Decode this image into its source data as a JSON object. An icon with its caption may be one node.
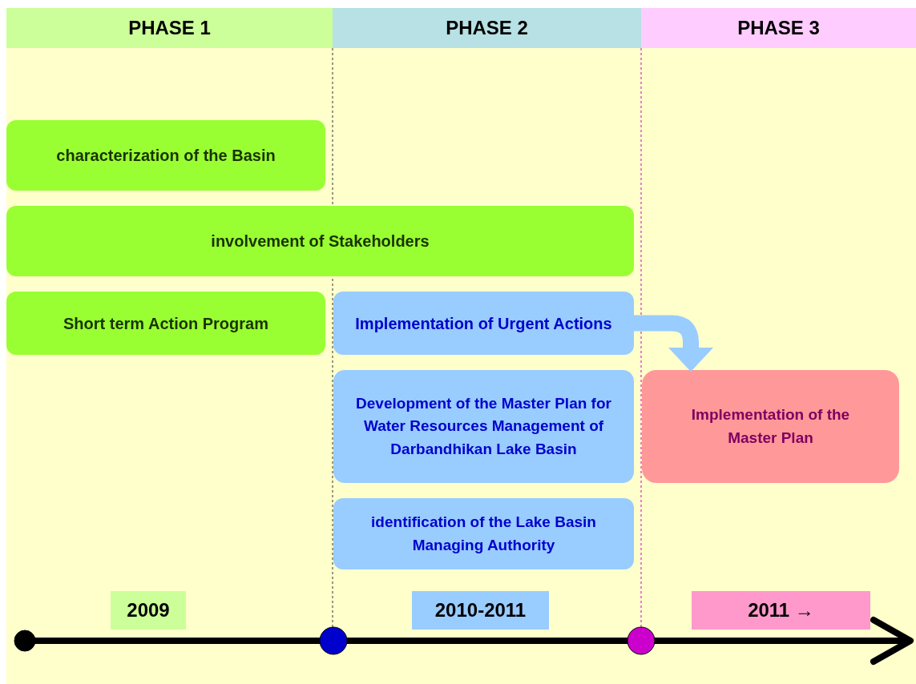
{
  "diagram": {
    "nodes": [
      {
        "text": [
          "PHASE 1"
        ]
      },
      {
        "text": [
          "PHASE 2"
        ]
      },
      {
        "text": [
          "PHASE 3"
        ]
      },
      {
        "text": [
          "characterization of the Basin"
        ]
      },
      {
        "text": [
          "involvement of Stakeholders"
        ]
      },
      {
        "text": [
          "Short term Action Program"
        ]
      },
      {
        "text": [
          "Implementation of Urgent Actions"
        ]
      },
      {
        "text": [
          "Development of the Master Plan for Water Resources Management of Darbandhikan Lake Basin"
        ]
      },
      {
        "text": [
          "Implementation of the Master Plan"
        ]
      },
      {
        "text": [
          "identification of the Lake Basin Managing Authority"
        ]
      },
      {
        "text": [
          "2009"
        ]
      },
      {
        "text": [
          "2010-2011"
        ]
      },
      {
        "text": [
          "2011 →"
        ]
      }
    ],
    "edges": [
      {
        "from": 6,
        "to": 8,
        "arrow": "to",
        "color": "#99ccff"
      }
    ]
  }
}
